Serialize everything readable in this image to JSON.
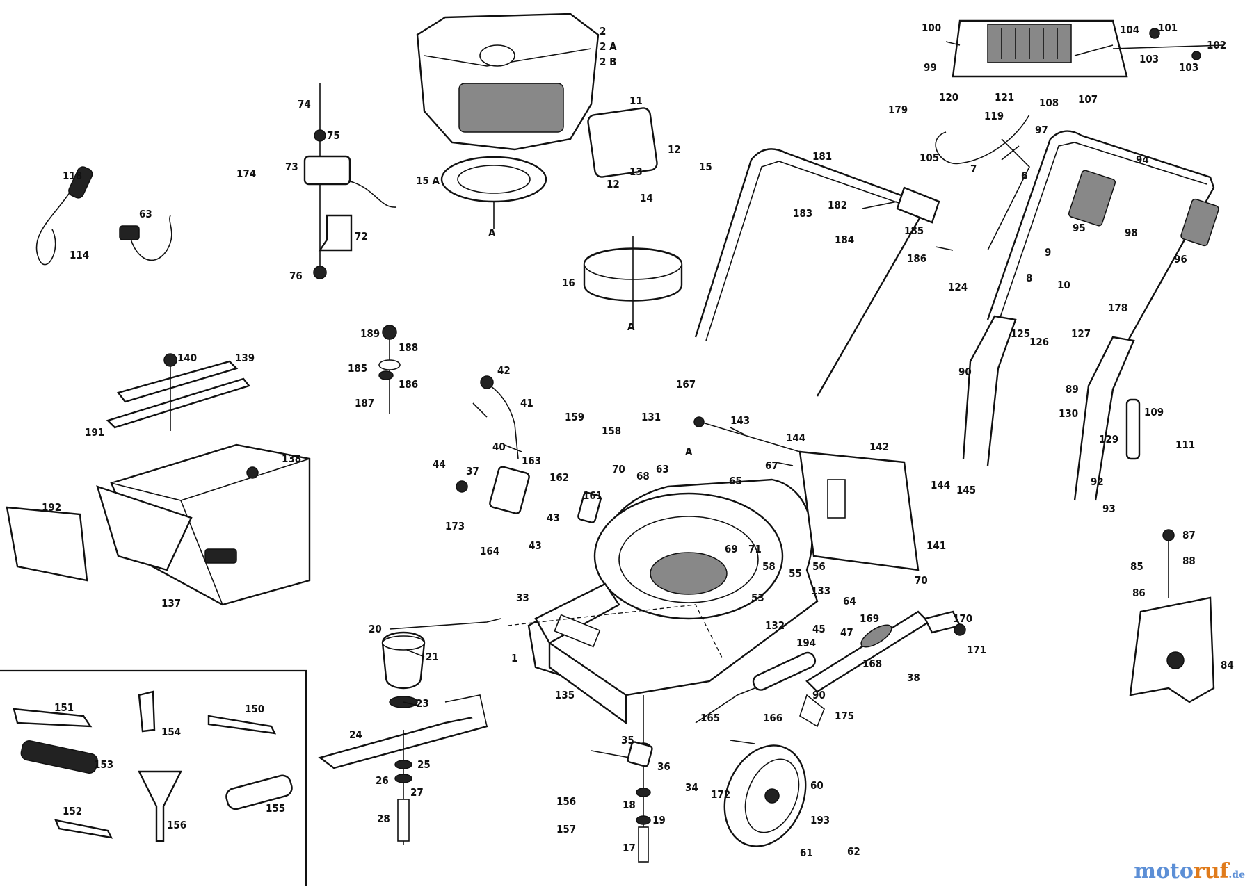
{
  "diagram": {
    "labels": {
      "l2": "2",
      "l2A": "2 A",
      "l2B": "2 B",
      "l11": "11",
      "l12a": "12",
      "l12b": "12",
      "l13": "13",
      "l14": "14",
      "l15": "15",
      "l15A": "15 A",
      "lA1": "A",
      "l16": "16",
      "lA2": "A",
      "l74": "74",
      "l75": "75",
      "l73": "73",
      "l174": "174",
      "l72": "72",
      "l76": "76",
      "l118": "118",
      "l114": "114",
      "l63top": "63",
      "l100": "100",
      "l99": "99",
      "l104": "104",
      "l101": "101",
      "l102": "102",
      "l103a": "103",
      "l103b": "103",
      "l107": "107",
      "l108": "108",
      "l121": "121",
      "l120": "120",
      "l179": "179",
      "l119": "119",
      "l97": "97",
      "l105": "105",
      "l7": "7",
      "l6": "6",
      "l181": "181",
      "l94": "94",
      "l182": "182",
      "l183": "183",
      "l184": "184",
      "l185": "185",
      "l186": "186",
      "l95": "95",
      "l98": "98",
      "l96": "96",
      "l9": "9",
      "l8": "8",
      "l10": "10",
      "l124": "124",
      "l178": "178",
      "l125": "125",
      "l126": "126",
      "l127": "127",
      "l90": "90",
      "l89": "89",
      "l130": "130",
      "l129": "129",
      "l109": "109",
      "l111": "111",
      "l92": "92",
      "l93": "93",
      "l189": "189",
      "l188": "188",
      "l185b": "185",
      "l186b": "186",
      "l187": "187",
      "l140": "140",
      "l139": "139",
      "l191": "191",
      "l138": "138",
      "l192": "192",
      "l137": "137",
      "l42": "42",
      "l41": "41",
      "l40": "40",
      "l163": "163",
      "l44": "44",
      "l37": "37",
      "l162": "162",
      "l173": "173",
      "l161": "161",
      "l43a": "43",
      "l43b": "43",
      "l164": "164",
      "l159": "159",
      "l158": "158",
      "l131": "131",
      "l167": "167",
      "l143": "143",
      "lA3": "A",
      "l144a": "144",
      "l142": "142",
      "l70a": "70",
      "l68": "68",
      "l63": "63",
      "l65": "65",
      "l67": "67",
      "l144b": "144",
      "l145": "145",
      "l141": "141",
      "l69": "69",
      "l71": "71",
      "l58": "58",
      "l55": "55",
      "l56": "56",
      "l53": "53",
      "l70b": "70",
      "l133": "133",
      "l64": "64",
      "l132": "132",
      "l194": "194",
      "l45": "45",
      "l47": "47",
      "l169": "169",
      "l170": "170",
      "l171": "171",
      "l168": "168",
      "l38": "38",
      "l87": "87",
      "l88": "88",
      "l85": "85",
      "l86": "86",
      "l84": "84",
      "l33": "33",
      "l20": "20",
      "l21": "21",
      "l1": "1",
      "l135": "135",
      "l23": "23",
      "l24": "24",
      "l25": "25",
      "l26": "26",
      "l27": "27",
      "l28": "28",
      "l90b": "90",
      "l175": "175",
      "l165": "165",
      "l166": "166",
      "l35": "35",
      "l34": "34",
      "l36": "36",
      "l172": "172",
      "l60": "60",
      "l193": "193",
      "l61": "61",
      "l62": "62",
      "l156": "156",
      "l157": "157",
      "l18": "18",
      "l19": "19",
      "l17": "17",
      "l151": "151",
      "l154": "154",
      "l150": "150",
      "l153": "153",
      "l152": "152",
      "l156b": "156",
      "l155": "155"
    }
  },
  "watermark": {
    "part1": "moto",
    "part2": "ruf",
    "suffix": ".de"
  }
}
